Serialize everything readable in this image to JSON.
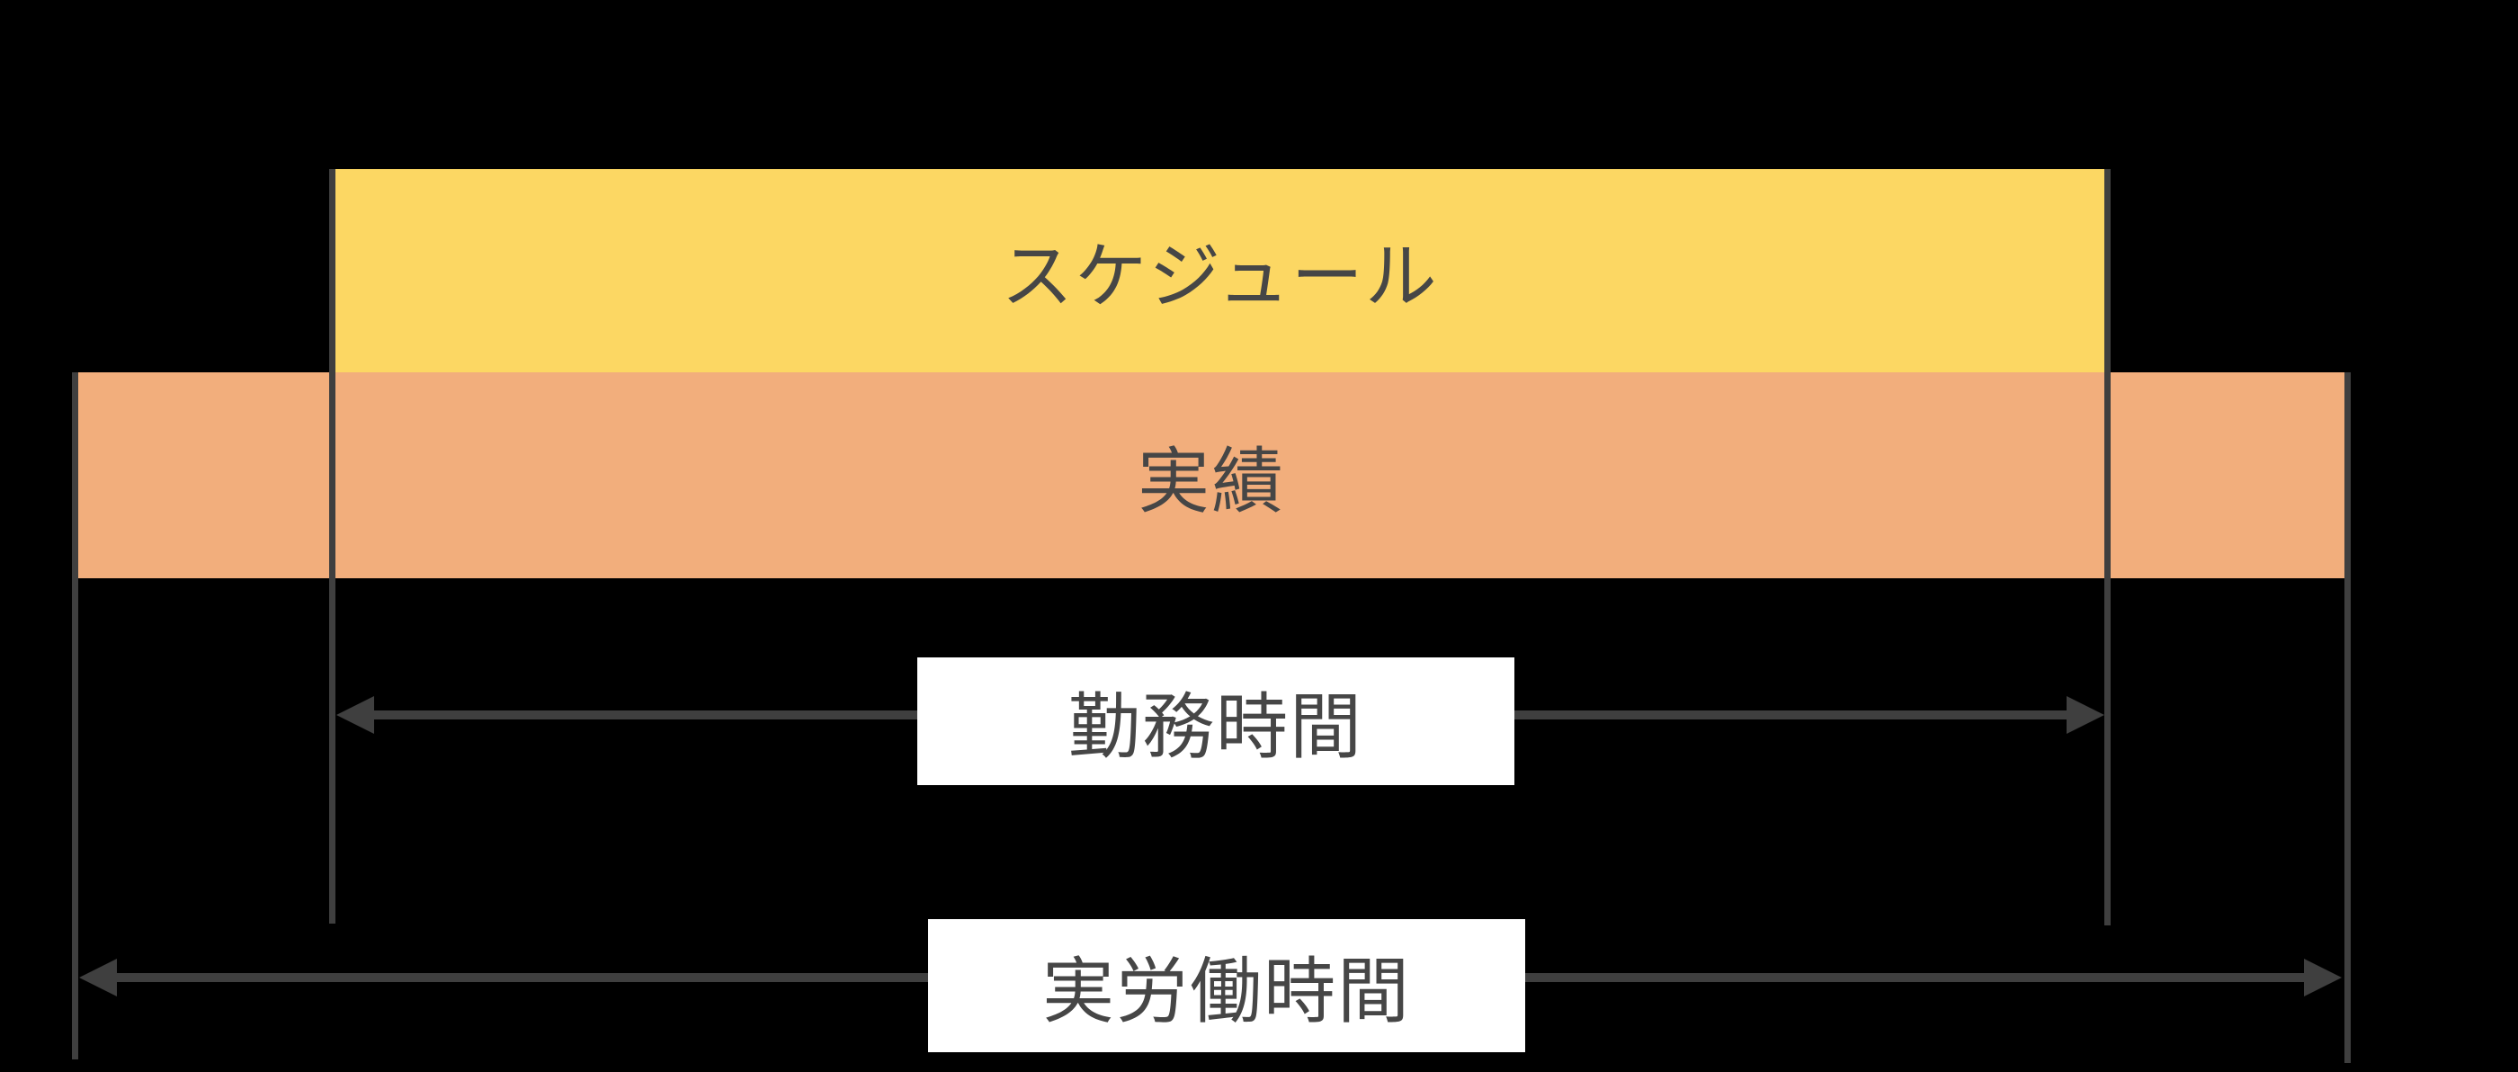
{
  "colors": {
    "background": "#000000",
    "schedule_bar": "#FCD763",
    "actual_bar": "#F2AE7C",
    "line": "#3F3F3F",
    "text": "#464646",
    "label_box_background": "#FFFFFF"
  },
  "bars": {
    "schedule": {
      "label": "スケジュール"
    },
    "actual": {
      "label": "実績"
    }
  },
  "dimensions": {
    "work_hours": {
      "label": "勤務時間"
    },
    "actual_work_hours": {
      "label": "実労働時間"
    }
  }
}
